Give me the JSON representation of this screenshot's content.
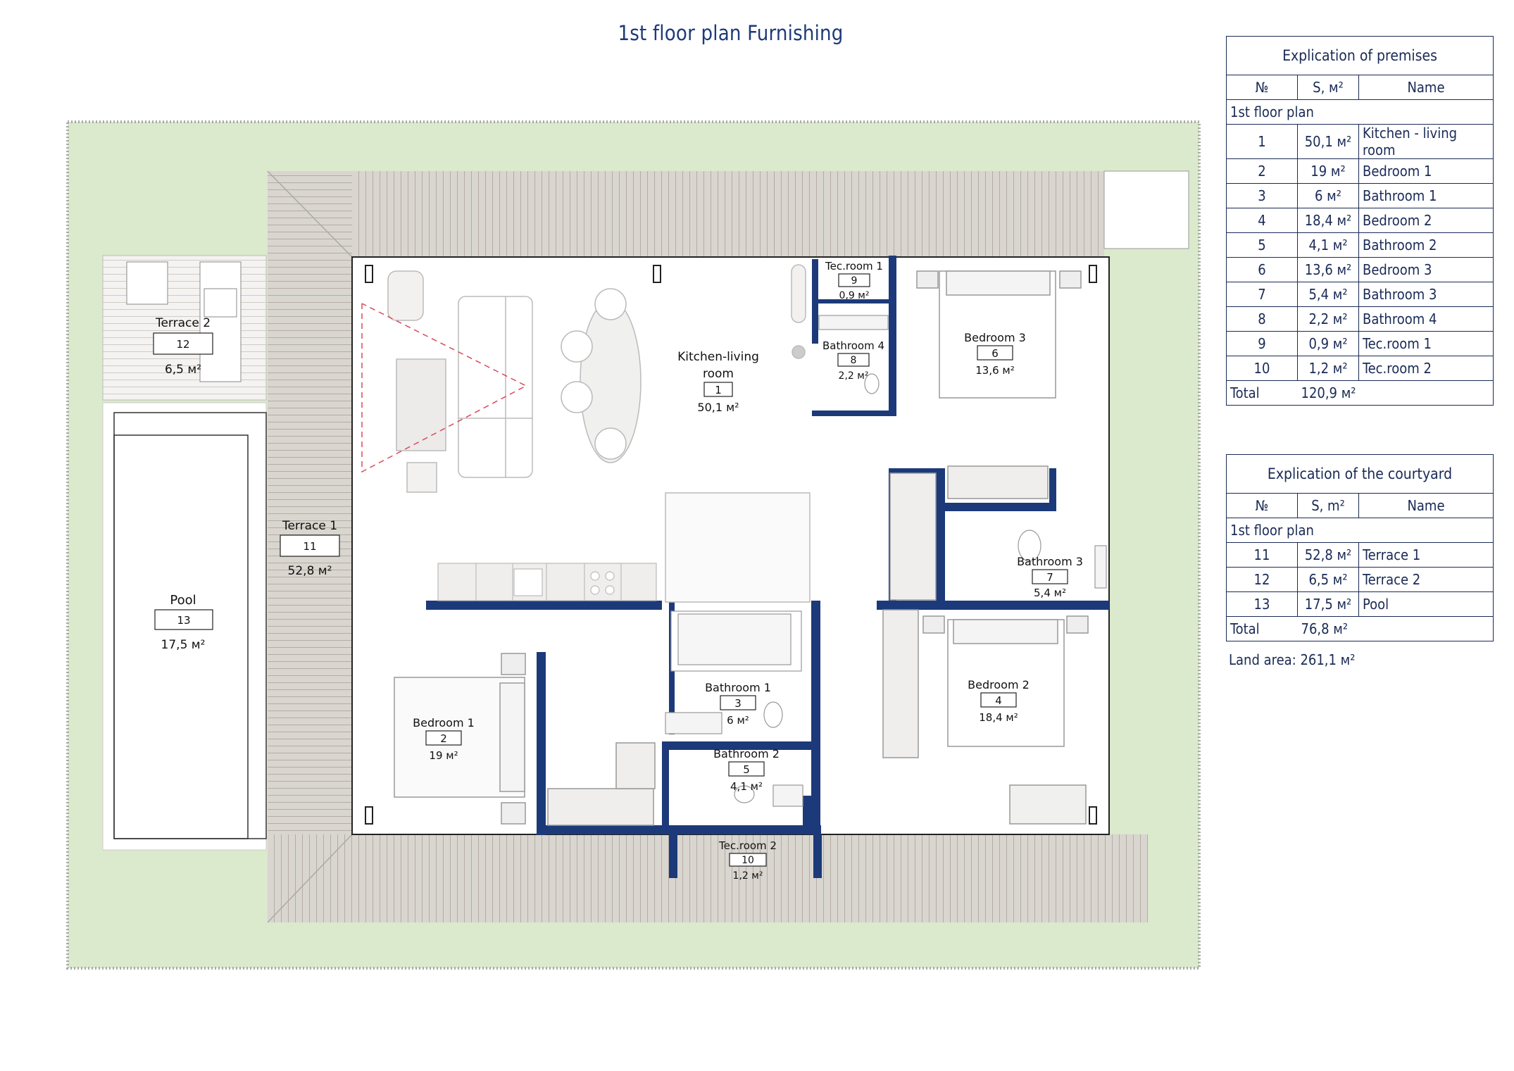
{
  "title": "1st floor plan Furnishing",
  "colors": {
    "wall": "#1c3a7a",
    "grass": "#dbe9cd",
    "deck": "#d9d5cf",
    "deck_line": "#b3ada5",
    "ink": "#1a2a55"
  },
  "rooms": [
    {
      "name": "Kitchen-living\nroom",
      "num": "1",
      "area": "50,1 м²"
    },
    {
      "name": "Bedroom  1",
      "num": "2",
      "area": "19 м²"
    },
    {
      "name": "Bathroom 1",
      "num": "3",
      "area": "6 м²"
    },
    {
      "name": "Bedroom 2",
      "num": "4",
      "area": "18,4 м²"
    },
    {
      "name": "Bathroom 2",
      "num": "5",
      "area": "4,1 м²"
    },
    {
      "name": "Bedroom 3",
      "num": "6",
      "area": "13,6 м²"
    },
    {
      "name": "Bathroom 3",
      "num": "7",
      "area": "5,4 м²"
    },
    {
      "name": "Bathroom 4",
      "num": "8",
      "area": "2,2 м²"
    },
    {
      "name": "Tec.room 1",
      "num": "9",
      "area": "0,9 м²"
    },
    {
      "name": "Tec.room 2",
      "num": "10",
      "area": "1,2 м²"
    },
    {
      "name": "Terrace 1",
      "num": "11",
      "area": "52,8 м²"
    },
    {
      "name": "Terrace 2",
      "num": "12",
      "area": "6,5 м²"
    },
    {
      "name": "Pool",
      "num": "13",
      "area": "17,5 м²"
    }
  ],
  "premises_table": {
    "caption": "Explication of premises",
    "headers": [
      "№",
      "S, м²",
      "Name"
    ],
    "group": "1st floor plan",
    "rows": [
      [
        "1",
        "50,1 м²",
        "Kitchen - living room"
      ],
      [
        "2",
        "19 м²",
        "Bedroom 1"
      ],
      [
        "3",
        "6 м²",
        "Bathroom 1"
      ],
      [
        "4",
        "18,4 м²",
        "Bedroom 2"
      ],
      [
        "5",
        "4,1 м²",
        "Bathroom 2"
      ],
      [
        "6",
        "13,6 м²",
        "Bedroom 3"
      ],
      [
        "7",
        "5,4 м²",
        "Bathroom 3"
      ],
      [
        "8",
        "2,2 м²",
        "Bathroom 4"
      ],
      [
        "9",
        "0,9 м²",
        "Tec.room 1"
      ],
      [
        "10",
        "1,2 м²",
        "Tec.room 2"
      ]
    ],
    "total_label": "Total",
    "total_value": "120,9 м²"
  },
  "courtyard_table": {
    "caption": "Explication of the courtyard",
    "headers": [
      "№",
      "S, m²",
      "Name"
    ],
    "group": "1st floor plan",
    "rows": [
      [
        "11",
        "52,8 м²",
        "Terrace 1"
      ],
      [
        "12",
        "6,5 м²",
        "Terrace 2"
      ],
      [
        "13",
        "17,5 м²",
        "Pool"
      ]
    ],
    "total_label": "Total",
    "total_value": "76,8 м²"
  },
  "land_area": "Land area: 261,1 м²"
}
